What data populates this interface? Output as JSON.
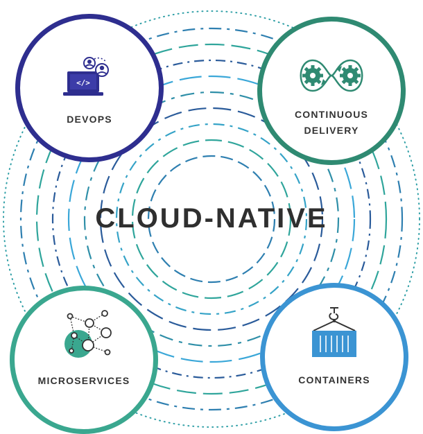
{
  "center": {
    "title": "CLOUD-NATIVE"
  },
  "nodes": {
    "devops": {
      "label": "DEVOPS",
      "icon": "devops-laptop-users-icon",
      "color": "#2e2e8f"
    },
    "continuous_delivery": {
      "label_line1": "CONTINUOUS",
      "label_line2": "DELIVERY",
      "icon": "gears-infinity-loop-icon",
      "color": "#2f8a72"
    },
    "microservices": {
      "label": "MICROSERVICES",
      "icon": "connected-nodes-icon",
      "color": "#3aa78f"
    },
    "containers": {
      "label": "CONTAINERS",
      "icon": "container-crane-hook-icon",
      "color": "#3b94d3"
    }
  },
  "colors": {
    "ring_dark": "#2a5b9a",
    "ring_teal": "#2fa59b",
    "ring_light": "#3aa7d8",
    "text": "#2f2f2f"
  }
}
